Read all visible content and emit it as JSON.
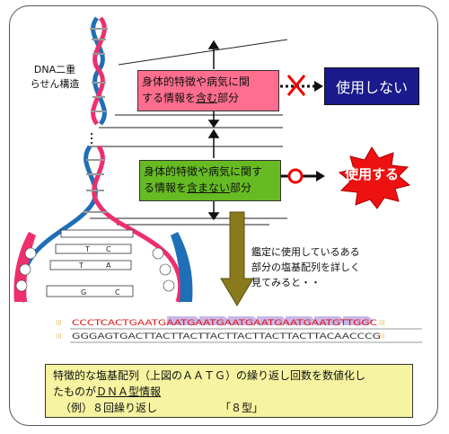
{
  "dna_label_line1": "DNA二重",
  "dna_label_line2": "らせん構造",
  "box_include": {
    "line1": "身体的特徴や病気に関",
    "line2_pre": "する情報を",
    "line2_u": "含む",
    "line2_post": "部分"
  },
  "box_exclude": {
    "line1": "身体的特徴や病気に関す",
    "line2_pre": "る情報を",
    "line2_u": "含まない",
    "line2_post": "部分"
  },
  "not_use_label": "使用しない",
  "use_label": "使用する",
  "caption": {
    "line1": "鑑定に使用しているある",
    "line2": "部分の塩基配列を詳しく",
    "line3": "見てみると・・"
  },
  "sequence_top": "CCCTCACTGAATGAATGAATGAATGAATGAATGAATGTTGGC",
  "sequence_bottom": "GGGAGTGACTTACTTACTTACTTACTTACTTACTTACAACCCG",
  "result": {
    "line1": "特徴的な塩基配列（上図のＡＡＴＧ）の繰り返し回数を数値化し",
    "line2_pre": "たものが",
    "line2_u": "ＤＮＡ型情報",
    "line3_example": "（例）８回繰り返し",
    "line3_type": "「８型」"
  },
  "colors": {
    "include_box": "#ff6e8f",
    "exclude_box": "#66bb22",
    "not_use_box": "#1a1a8c",
    "use_burst": "#ee1111",
    "result_box": "#f6f4a0",
    "x_mark": "#ee0000"
  }
}
